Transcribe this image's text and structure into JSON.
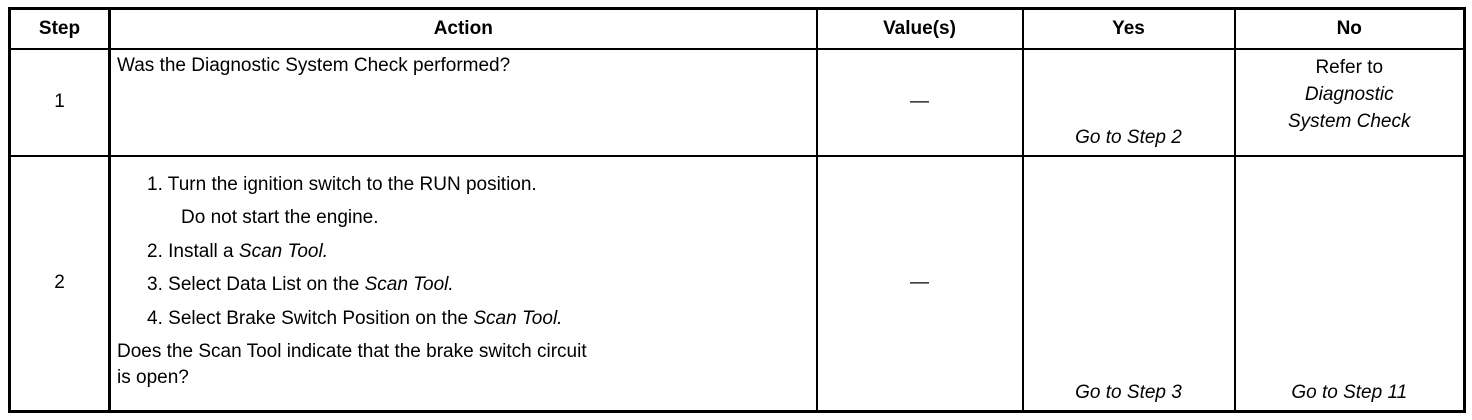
{
  "table": {
    "headers": {
      "step": "Step",
      "action": "Action",
      "values": "Value(s)",
      "yes": "Yes",
      "no": "No"
    },
    "rows": [
      {
        "step": "1",
        "action_question": "Was the Diagnostic System Check performed?",
        "value": "—",
        "yes": "Go to Step 2",
        "no_line1": "Refer to",
        "no_line2": "Diagnostic",
        "no_line3": "System Check"
      },
      {
        "step": "2",
        "actions": [
          {
            "num": "1.",
            "text": "Turn the ignition switch to the RUN position.",
            "sub": "Do not start the engine."
          },
          {
            "num": "2.",
            "text": "Install a ",
            "em": "Scan Tool."
          },
          {
            "num": "3.",
            "text": "Select Data List on the ",
            "em": "Scan Tool."
          },
          {
            "num": "4.",
            "text": "Select Brake Switch Position on the ",
            "em": "Scan Tool."
          }
        ],
        "action_question_line1": "Does the Scan Tool indicate that the brake switch circuit",
        "action_question_line2": "is open?",
        "value": "—",
        "yes": "Go to Step 3",
        "no": "Go to Step 11"
      }
    ]
  }
}
